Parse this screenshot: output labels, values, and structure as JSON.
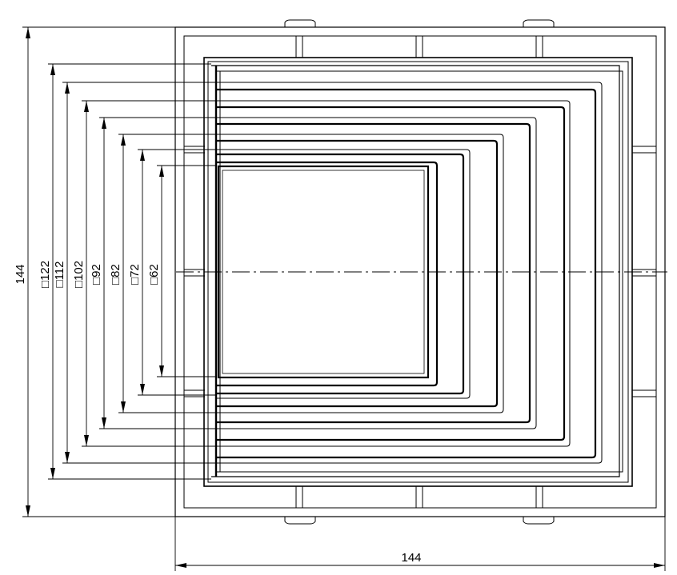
{
  "drawing": {
    "overall_width_label": "144",
    "overall_height_label": "144",
    "nested_square_labels": [
      "□122",
      "□112",
      "□102",
      "□92",
      "□82",
      "□72",
      "□62"
    ],
    "line_color": "#000000",
    "background": "#ffffff"
  }
}
